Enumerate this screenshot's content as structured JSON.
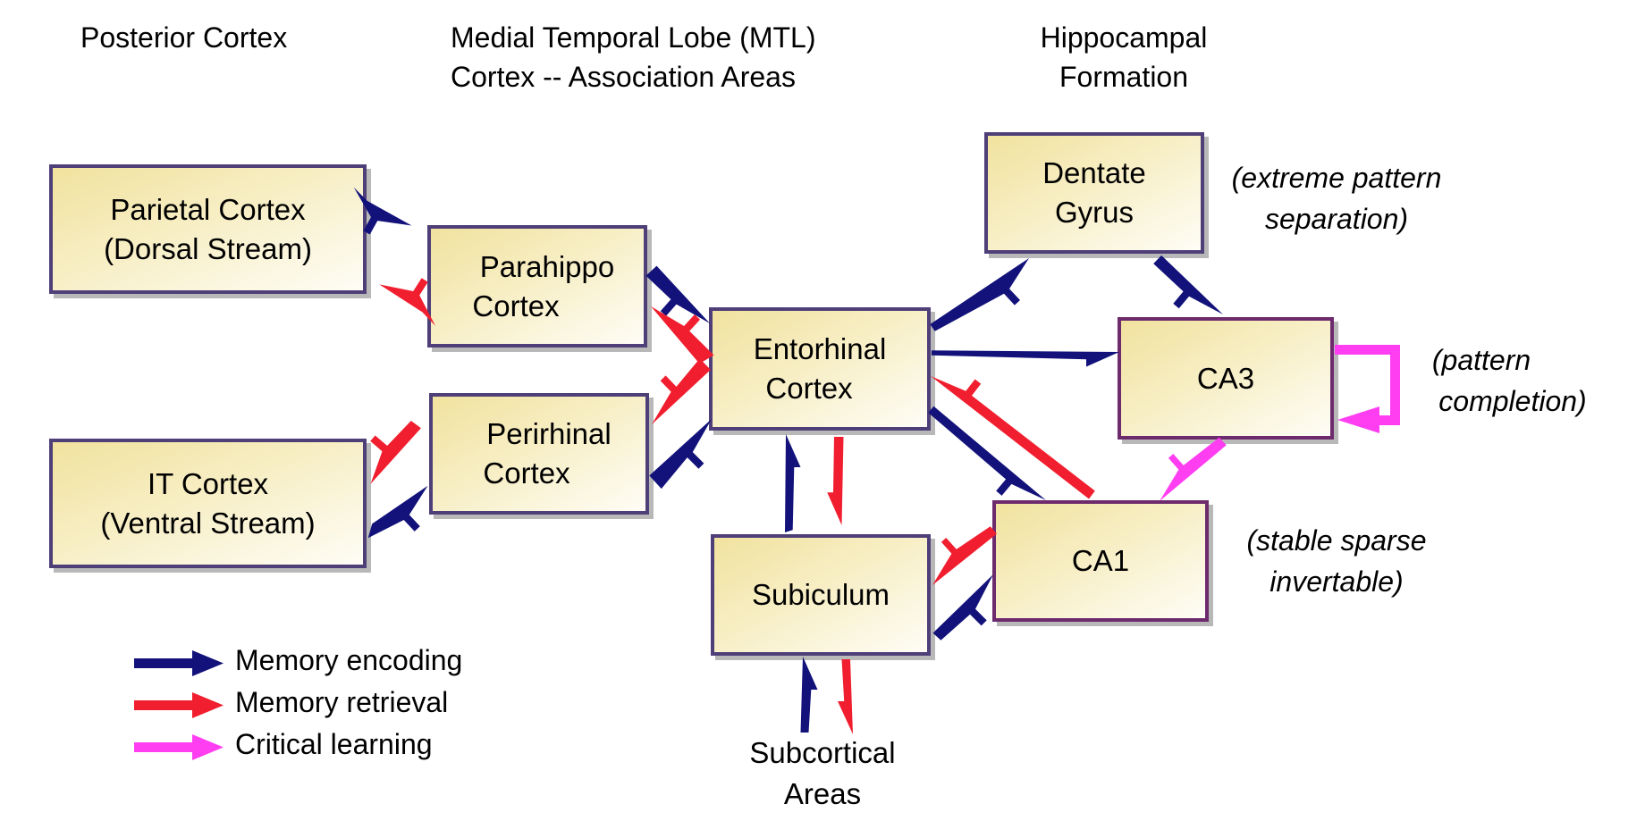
{
  "headers": {
    "posterior": "Posterior Cortex",
    "mtl": [
      "Medial Temporal Lobe (MTL)",
      "Cortex -- Association Areas"
    ],
    "hippocampal": [
      "Hippocampal",
      "Formation"
    ]
  },
  "nodes": {
    "parietal": [
      "Parietal Cortex",
      "(Dorsal Stream)"
    ],
    "it": [
      "IT Cortex",
      "(Ventral Stream)"
    ],
    "parahippo": [
      "Parahippo",
      "Cortex"
    ],
    "perirhinal": [
      "Perirhinal",
      "Cortex"
    ],
    "entorhinal": [
      "Entorhinal",
      "Cortex"
    ],
    "subiculum": [
      "Subiculum"
    ],
    "dentate": [
      "Dentate",
      "Gyrus"
    ],
    "ca3": [
      "CA3"
    ],
    "ca1": [
      "CA1"
    ],
    "subcortical": [
      "Subcortical",
      "Areas"
    ]
  },
  "notes": {
    "dentate": [
      "(extreme pattern",
      "separation)"
    ],
    "ca3": [
      "(pattern",
      "completion)"
    ],
    "ca1": [
      "(stable sparse",
      "invertable)"
    ]
  },
  "legend": [
    {
      "label": "Memory encoding",
      "color": "#12127a"
    },
    {
      "label": "Memory retrieval",
      "color": "#f01e2e"
    },
    {
      "label": "Critical learning",
      "color": "#ff3ef2"
    }
  ],
  "colors": {
    "encoding": "#12127a",
    "retrieval": "#f01e2e",
    "learning": "#ff3ef2",
    "box_border": "#4f3f78",
    "hippocampal_border": "#6d2a6d"
  }
}
